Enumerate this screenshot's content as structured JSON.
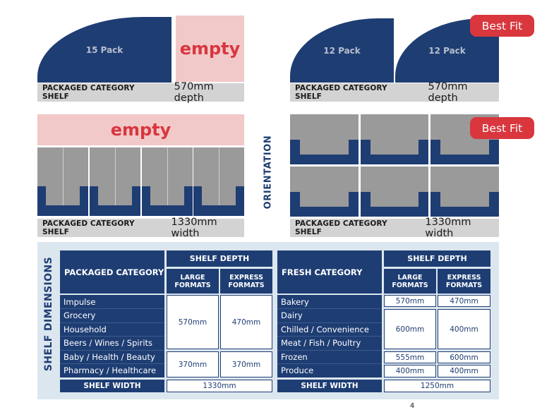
{
  "badges": {
    "best_fit_1": "Best Fit",
    "best_fit_2": "Best Fit"
  },
  "top_left": {
    "pack_label": "15 Pack",
    "empty_label": "empty",
    "bar_label": "PACKAGED CATEGORY SHELF",
    "bar_measure": "570mm depth"
  },
  "top_right": {
    "pack1_label": "12 Pack",
    "pack2_label": "12 Pack",
    "bar_label": "PACKAGED CATEGORY SHELF",
    "bar_measure": "570mm depth"
  },
  "mid_left": {
    "empty_label": "empty",
    "bar_label": "PACKAGED CATEGORY SHELF",
    "bar_measure": "1330mm width"
  },
  "mid_right": {
    "bar_label": "PACKAGED CATEGORY SHELF",
    "bar_measure": "1330mm width"
  },
  "orientation_label": "ORIENTATION",
  "shelf_dimensions": {
    "title": "SHELF DIMENSIONS",
    "packaged": {
      "category_header": "PACKAGED CATEGORY",
      "depth_header": "SHELF DEPTH",
      "large_header": "LARGE FORMATS",
      "express_header": "EXPRESS FORMATS",
      "rows": [
        "Impulse",
        "Grocery",
        "Household",
        "Beers / Wines / Spirits",
        "Baby / Health / Beauty",
        "Pharmacy / Healthcare"
      ],
      "large_group1": "570mm",
      "express_group1": "470mm",
      "large_group2": "370mm",
      "express_group2": "370mm",
      "width_label": "SHELF WIDTH",
      "width_value": "1330mm"
    },
    "fresh": {
      "category_header": "FRESH CATEGORY",
      "depth_header": "SHELF DEPTH",
      "large_header": "LARGE FORMATS",
      "express_header": "EXPRESS FORMATS",
      "rows": [
        "Bakery",
        "Dairy",
        "Chilled / Convenience",
        "Meat / Fish / Poultry",
        "Frozen",
        "Produce"
      ],
      "bakery_large": "570mm",
      "bakery_express": "470mm",
      "group_large": "600mm",
      "group_express": "400mm",
      "frozen_large": "555mm",
      "frozen_express": "600mm",
      "produce_large": "400mm",
      "produce_express": "400mm",
      "width_label": "SHELF WIDTH",
      "width_value": "1250mm"
    }
  },
  "page_number": "4",
  "colors": {
    "navy": "#1e3d73",
    "red": "#d9363e",
    "pink": "#f1c9c8",
    "gray": "#d3d3d3",
    "panel": "#dce6ef"
  }
}
